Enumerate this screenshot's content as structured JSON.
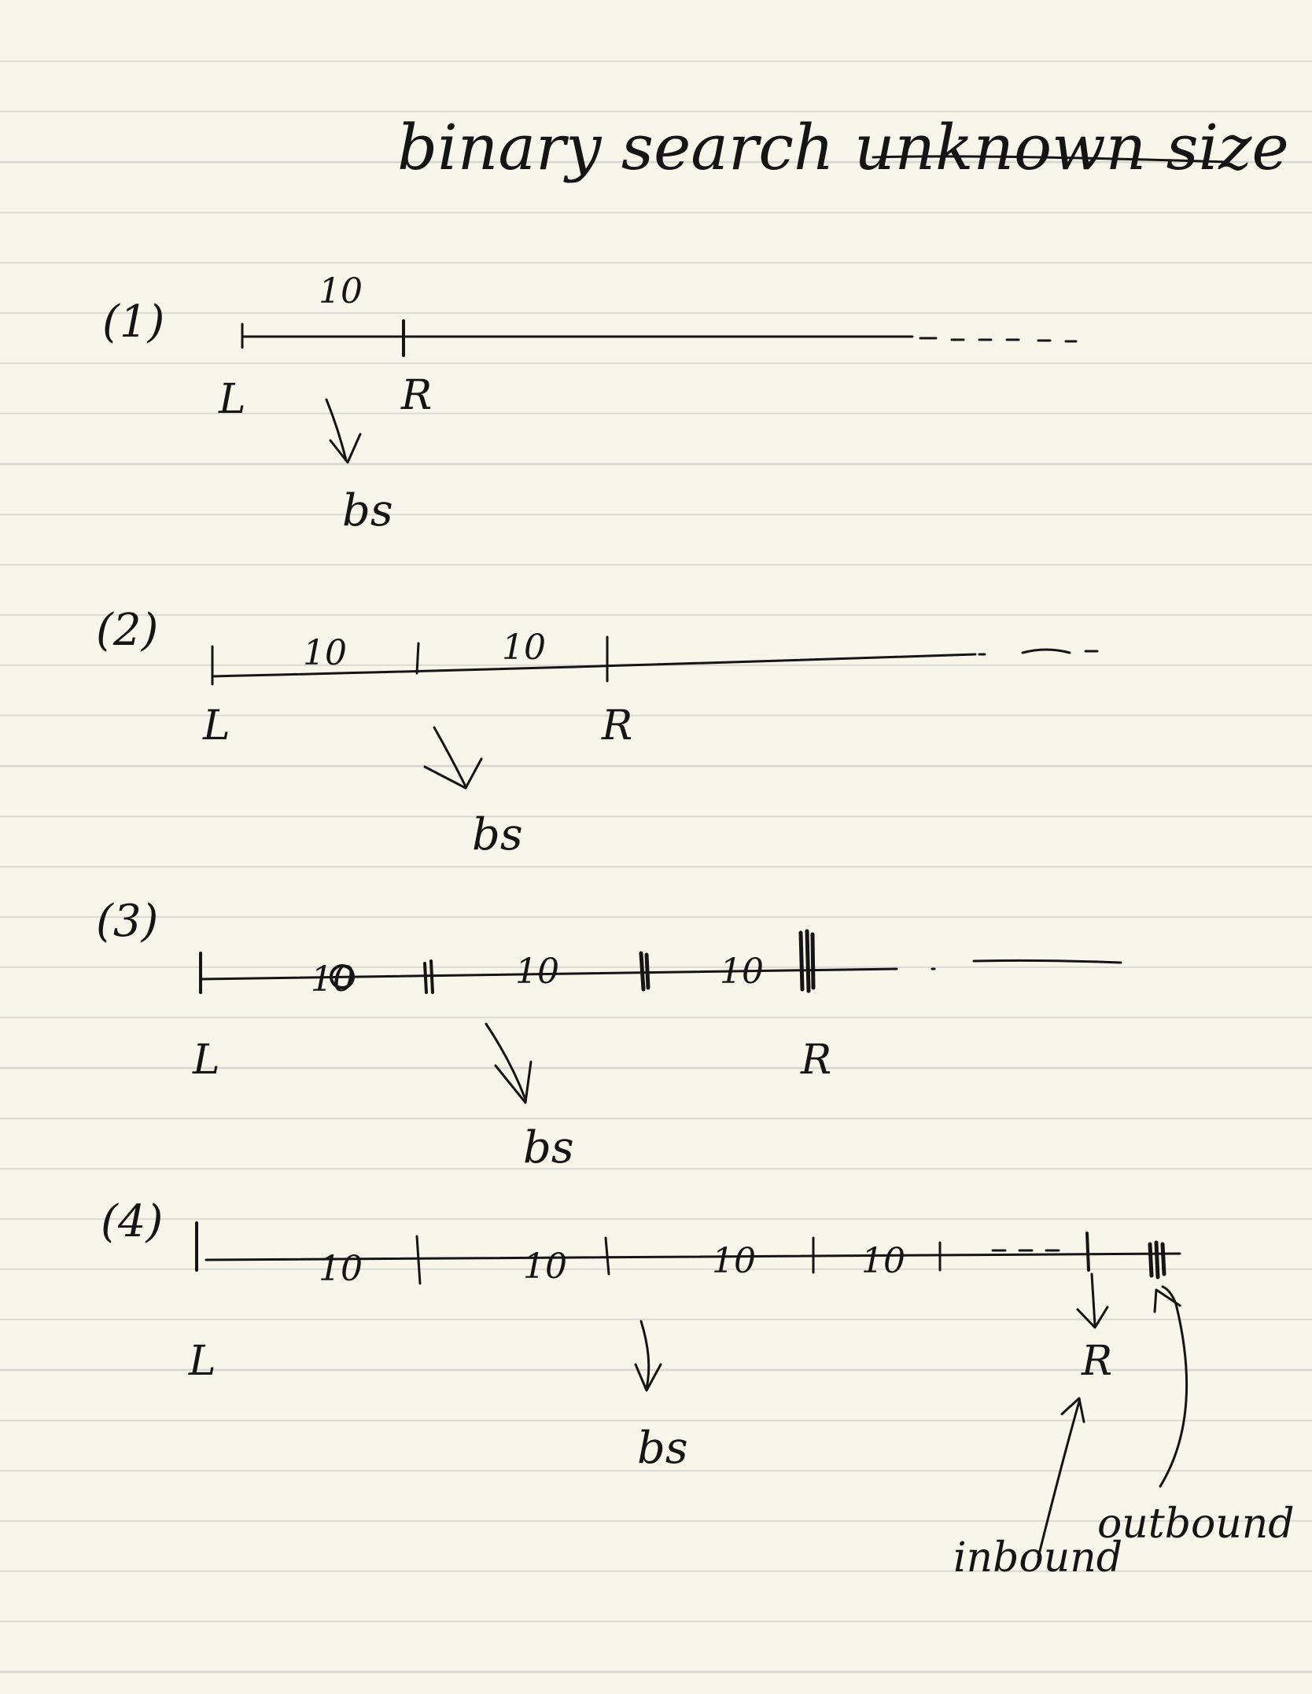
{
  "title": "binary search unknown size",
  "cases": [
    {
      "tag": "(1)",
      "left": "L",
      "right": "R",
      "segment": "10",
      "result": "bs"
    },
    {
      "tag": "(2)",
      "left": "L",
      "right": "R",
      "segment": "10",
      "result": "bs"
    },
    {
      "tag": "(3)",
      "left": "L",
      "right": "R",
      "segment": "10",
      "result": "bs"
    },
    {
      "tag": "(4)",
      "left": "L",
      "right": "R",
      "segment": "10",
      "result": "bs"
    }
  ],
  "notes": {
    "inbound": "inbound",
    "outbound": "outbound"
  }
}
